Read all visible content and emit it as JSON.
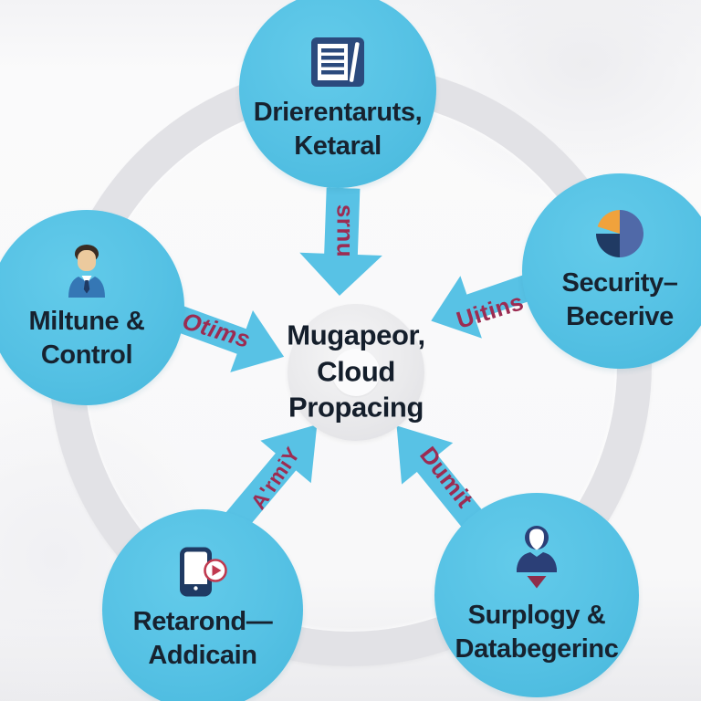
{
  "diagram": {
    "title_present": false,
    "center": {
      "label": "Mugapeor,\nCloud\nPropacing"
    },
    "nodes": [
      {
        "position": "top",
        "icon": "news-edit-icon",
        "label": "Drierentaruts,\nKetaral"
      },
      {
        "position": "left",
        "icon": "businessman-icon",
        "label": "Miltune &\nControl"
      },
      {
        "position": "right",
        "icon": "pie-chart-icon",
        "label": "Security–\nBecerive"
      },
      {
        "position": "bottom-left",
        "icon": "mobile-video-icon",
        "label": "Retarond—\nAddicain"
      },
      {
        "position": "bottom-right",
        "icon": "user-icon",
        "label": "Surplogy &\nDatabegerinc"
      }
    ],
    "arrows": [
      {
        "from": "top",
        "to": "center",
        "label": "srnu"
      },
      {
        "from": "left",
        "to": "center",
        "label": "Otims"
      },
      {
        "from": "right",
        "to": "center",
        "label": "Uitins"
      },
      {
        "from": "bottom-left",
        "to": "center",
        "label": "A'rmiY"
      },
      {
        "from": "bottom-right",
        "to": "center",
        "label": "Dumit"
      }
    ],
    "colors": {
      "node_fill": "#55c1e4",
      "arrow_fill": "#58c2e5",
      "ring_gray": "#e2e2e6",
      "hub_gray": "#e9e9ec",
      "node_text": "#17222f",
      "arrow_text": "#9c2c52",
      "icon_navy": "#2b4a7d",
      "icon_dark_navy": "#1f3a63",
      "icon_blue": "#5069a8",
      "icon_orange": "#f0a23c",
      "icon_crimson": "#c0394f",
      "icon_maroon": "#8e2d4a",
      "icon_skin": "#ecca9e",
      "icon_suit_blue": "#3577b5",
      "background": "#f8f8f9"
    }
  }
}
